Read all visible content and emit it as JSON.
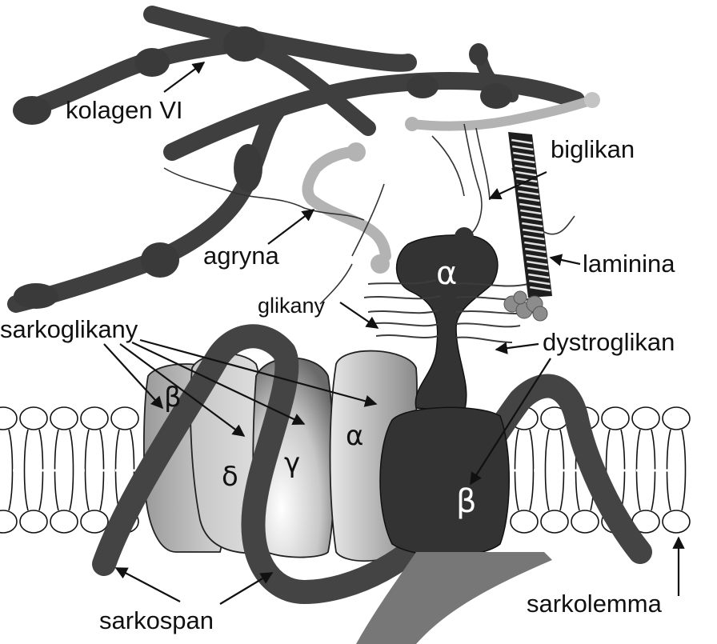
{
  "labels": {
    "kolagen": "kolagen VI",
    "biglikan": "biglikan",
    "agryna": "agryna",
    "laminina": "laminina",
    "glikany": "glikany",
    "sarkoglikany": "sarkoglikany",
    "dystroglikan": "dystroglikan",
    "sarkospan": "sarkospan",
    "sarkolemma": "sarkolemma"
  },
  "subunits": {
    "beta": "β",
    "delta": "δ",
    "gamma": "γ",
    "alpha_sg": "α",
    "dg_alpha": "α",
    "dg_beta": "β"
  },
  "colors": {
    "dark_protein": "#3a3a3a",
    "medium_protein": "#6e6e6e",
    "light_protein": "#b8b8b8",
    "lipid_head": "#ffffff",
    "outline": "#111111"
  }
}
